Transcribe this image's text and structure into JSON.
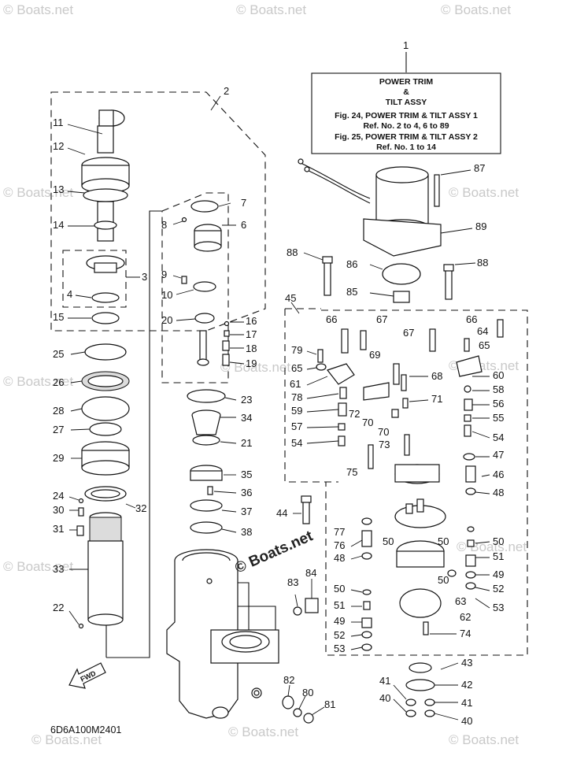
{
  "title_box": {
    "ref": "1",
    "line1": "POWER TRIM",
    "line2": "&",
    "line3": "TILT ASSY",
    "line4": "Fig. 24, POWER TRIM & TILT ASSY 1",
    "line5": "Ref. No. 2 to 4, 6 to 89",
    "line6": "Fig. 25, POWER TRIM & TILT ASSY 2",
    "line7": "Ref. No. 1 to 14"
  },
  "diagram_code": "6D6A100M2401",
  "direction_label": "FWD",
  "watermark": "© Boats.net",
  "watermark_faint": "© Boats.net",
  "callouts": {
    "c2": "2",
    "c3": "3",
    "c4": "4",
    "c6": "6",
    "c7": "7",
    "c8": "8",
    "c9": "9",
    "c10": "10",
    "c11": "11",
    "c12": "12",
    "c13": "13",
    "c14": "14",
    "c15": "15",
    "c16": "16",
    "c17": "17",
    "c18": "18",
    "c19": "19",
    "c20": "20",
    "c21": "21",
    "c22": "22",
    "c23": "23",
    "c24": "24",
    "c25": "25",
    "c26": "26",
    "c27": "27",
    "c28": "28",
    "c29": "29",
    "c30": "30",
    "c31": "31",
    "c32": "32",
    "c33": "33",
    "c34": "34",
    "c35": "35",
    "c36": "36",
    "c37": "37",
    "c38": "38",
    "c40": "40",
    "c41": "41",
    "c42": "42",
    "c43": "43",
    "c44": "44",
    "c45": "45",
    "c46": "46",
    "c47": "47",
    "c48": "48",
    "c49": "49",
    "c50": "50",
    "c51": "51",
    "c52": "52",
    "c53": "53",
    "c54": "54",
    "c55": "55",
    "c56": "56",
    "c57": "57",
    "c58": "58",
    "c59": "59",
    "c60": "60",
    "c61": "61",
    "c62": "62",
    "c63": "63",
    "c64": "64",
    "c65": "65",
    "c66": "66",
    "c67": "67",
    "c68": "68",
    "c69": "69",
    "c70": "70",
    "c71": "71",
    "c72": "72",
    "c73": "73",
    "c74": "74",
    "c75": "75",
    "c76": "76",
    "c77": "77",
    "c78": "78",
    "c79": "79",
    "c80": "80",
    "c81": "81",
    "c82": "82",
    "c83": "83",
    "c84": "84",
    "c85": "85",
    "c86": "86",
    "c87": "87",
    "c88": "88",
    "c89": "89"
  }
}
